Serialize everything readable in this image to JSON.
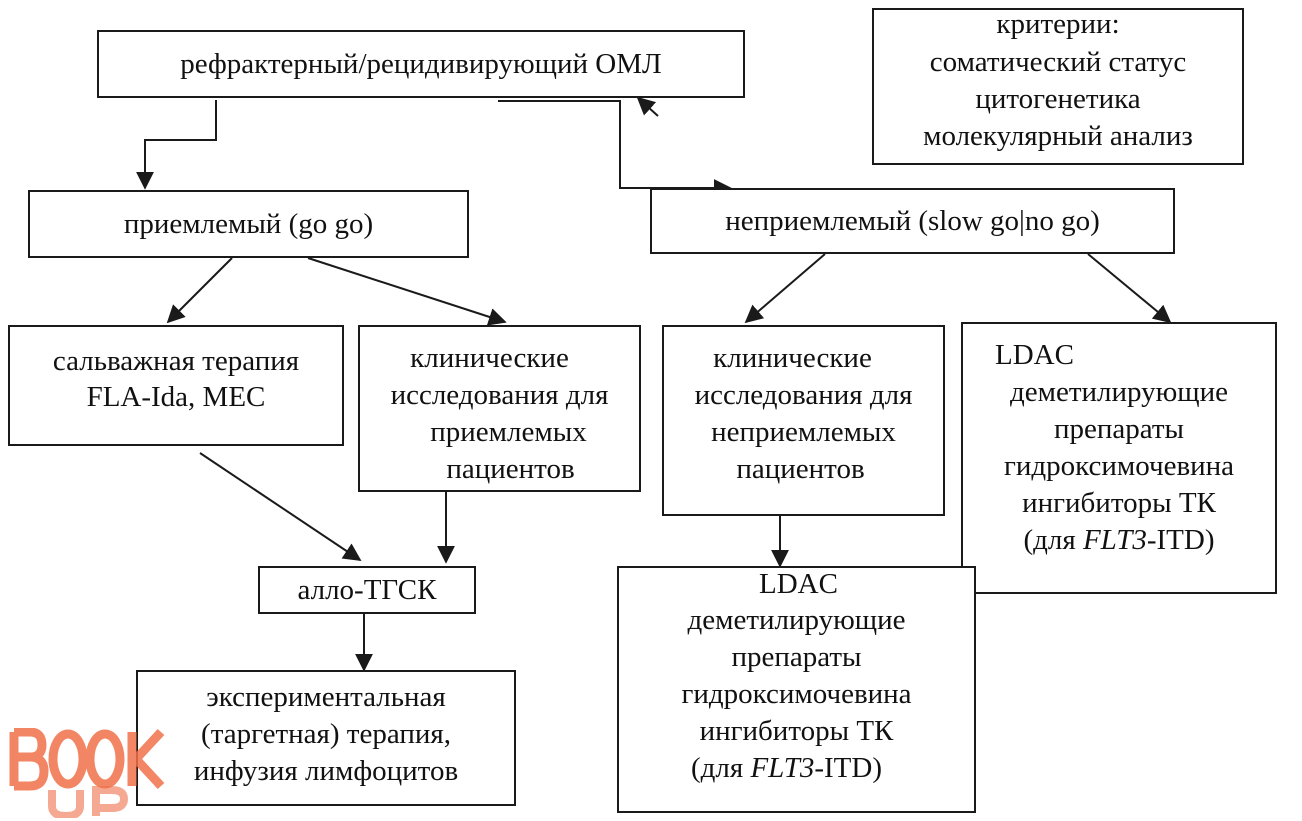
{
  "criteria": {
    "lines": [
      "критерии:",
      "соматический статус",
      "цитогенетика",
      "молекулярный анализ"
    ]
  },
  "root": {
    "label": "рефрактерный/рецидивирующий ОМЛ"
  },
  "eligible": {
    "label": "приемлемый (go go)"
  },
  "ineligible": {
    "label": "неприемлемый (slow go|no go)"
  },
  "salvage": {
    "lines": [
      "сальважная терапия",
      "FLA-Ida, MEC"
    ]
  },
  "trials_eligible": {
    "lines": [
      "клинические",
      "исследования для",
      "приемлемых",
      "пациентов"
    ]
  },
  "trials_ineligible": {
    "lines": [
      "клинические",
      "исследования для",
      "неприемлемых",
      "пациентов"
    ]
  },
  "allo": {
    "label": "алло-ТГСК"
  },
  "experimental": {
    "lines": [
      "экспериментальная",
      "(таргетная) терапия,",
      "инфузия лимфоцитов"
    ]
  },
  "ldac_mid": {
    "lines": [
      "LDAC",
      "деметилирующие",
      "препараты",
      "гидроксимочевина",
      "ингибиторы ТК"
    ],
    "flt3_prefix": "(для ",
    "flt3_italic": "FLT3",
    "flt3_suffix": "-ITD)"
  },
  "ldac_right": {
    "lines": [
      "LDAC",
      "деметилирующие",
      "препараты",
      "гидроксимочевина",
      "ингибиторы ТК"
    ],
    "flt3_prefix": "(для ",
    "flt3_italic": "FLT3",
    "flt3_suffix": "-ITD)"
  },
  "watermark": {
    "text": "BOOK UP"
  },
  "colors": {
    "watermark": "#f0714a",
    "stroke": "#1a1a1a"
  }
}
